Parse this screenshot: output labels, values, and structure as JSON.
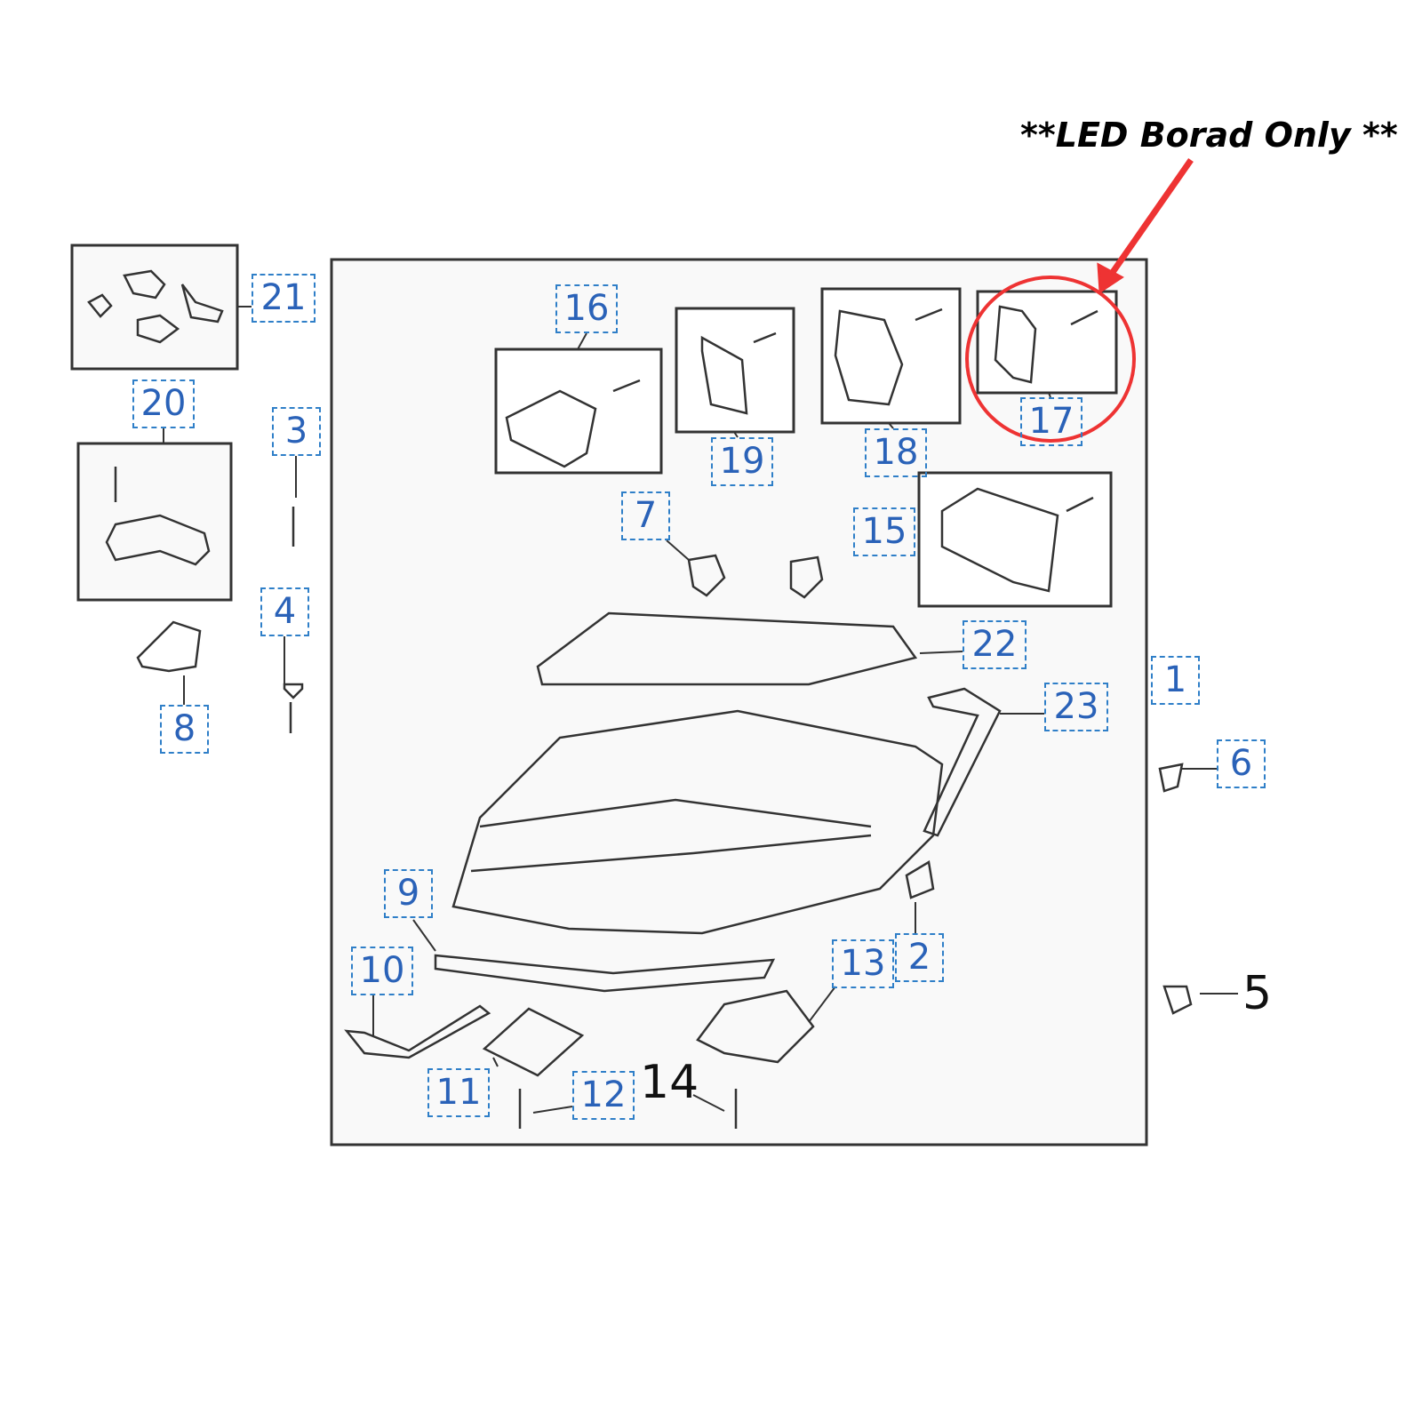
{
  "annotation": {
    "text": "**LED Borad Only **",
    "color": "#ee3333"
  },
  "callouts": {
    "c1": "1",
    "c2": "2",
    "c3": "3",
    "c4": "4",
    "c6": "6",
    "c7": "7",
    "c8": "8",
    "c9": "9",
    "c10": "10",
    "c11": "11",
    "c12": "12",
    "c13": "13",
    "c15": "15",
    "c16": "16",
    "c17": "17",
    "c18": "18",
    "c19": "19",
    "c20": "20",
    "c21": "21",
    "c22": "22",
    "c23": "23"
  },
  "plain_labels": {
    "c5": "5",
    "c14": "14"
  },
  "colors": {
    "callout_border": "#2f7fc8",
    "callout_text": "#2a62b8",
    "highlight": "#ee3333"
  }
}
